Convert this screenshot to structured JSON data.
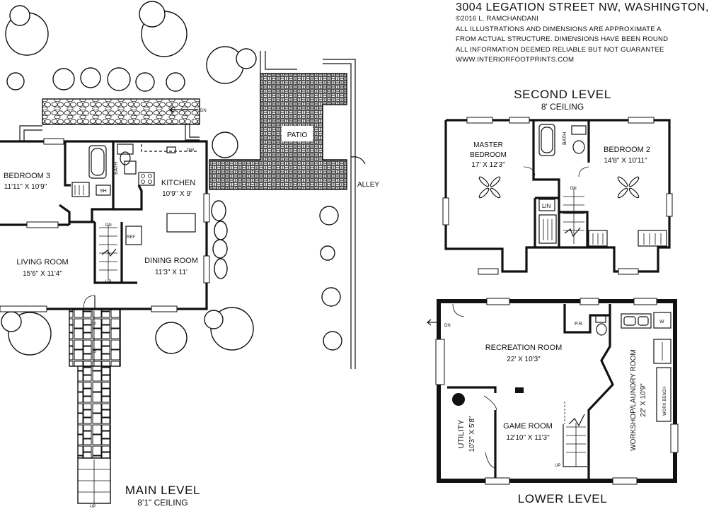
{
  "header": {
    "address": "3004 LEGATION STREET NW, WASHINGTON,",
    "lines": [
      "©2016 L. RAMCHANDANI",
      "ALL ILLUSTRATIONS AND DIMENSIONS ARE APPROXIMATE A",
      "FROM ACTUAL STRUCTURE. DIMENSIONS HAVE BEEN ROUND",
      "ALL INFORMATION DEEMED RELIABLE BUT NOT GUARANTEE",
      "WWW.INTERIORFOOTPRINTS.COM"
    ]
  },
  "levels": {
    "main": {
      "name": "MAIN LEVEL",
      "ceiling": "8'1\" CEILING"
    },
    "second": {
      "name": "SECOND LEVEL",
      "ceiling": "8' CEILING"
    },
    "lower": {
      "name": "LOWER LEVEL"
    }
  },
  "rooms": {
    "bedroom3": {
      "name": "BEDROOM 3",
      "dims": "11'11\" X 10'9\""
    },
    "kitchen": {
      "name": "KITCHEN",
      "dims": "10'9\" X 9'"
    },
    "living": {
      "name": "LIVING ROOM",
      "dims": "15'6\" X 11'4\""
    },
    "dining": {
      "name": "DINING ROOM",
      "dims": "11'3\" X 11'"
    },
    "master": {
      "name1": "MASTER",
      "name2": "BEDROOM",
      "dims": "17' X 12'3\""
    },
    "bedroom2": {
      "name": "BEDROOM 2",
      "dims": "14'8\" X 10'11\""
    },
    "recreation": {
      "name": "RECREATION ROOM",
      "dims": "22' X 10'3\""
    },
    "game": {
      "name": "GAME ROOM",
      "dims": "12'10\" X 11'3\""
    },
    "utility": {
      "name": "UTILITY",
      "dims": "10'3\" X 5'8\""
    },
    "workshop": {
      "name": "WORKSHOP/LAUNDRY ROOM",
      "dims": "22' X 10'9\""
    }
  },
  "labels": {
    "patio": "PATIO",
    "alley": "ALLEY",
    "bath": "BATH",
    "sh": "SH",
    "dw": "DW",
    "ref": "REF",
    "lin": "LIN",
    "pr": "P.R.",
    "w": "W",
    "workbench": "WORK BENCH",
    "dn": "DN",
    "up": "UP"
  }
}
